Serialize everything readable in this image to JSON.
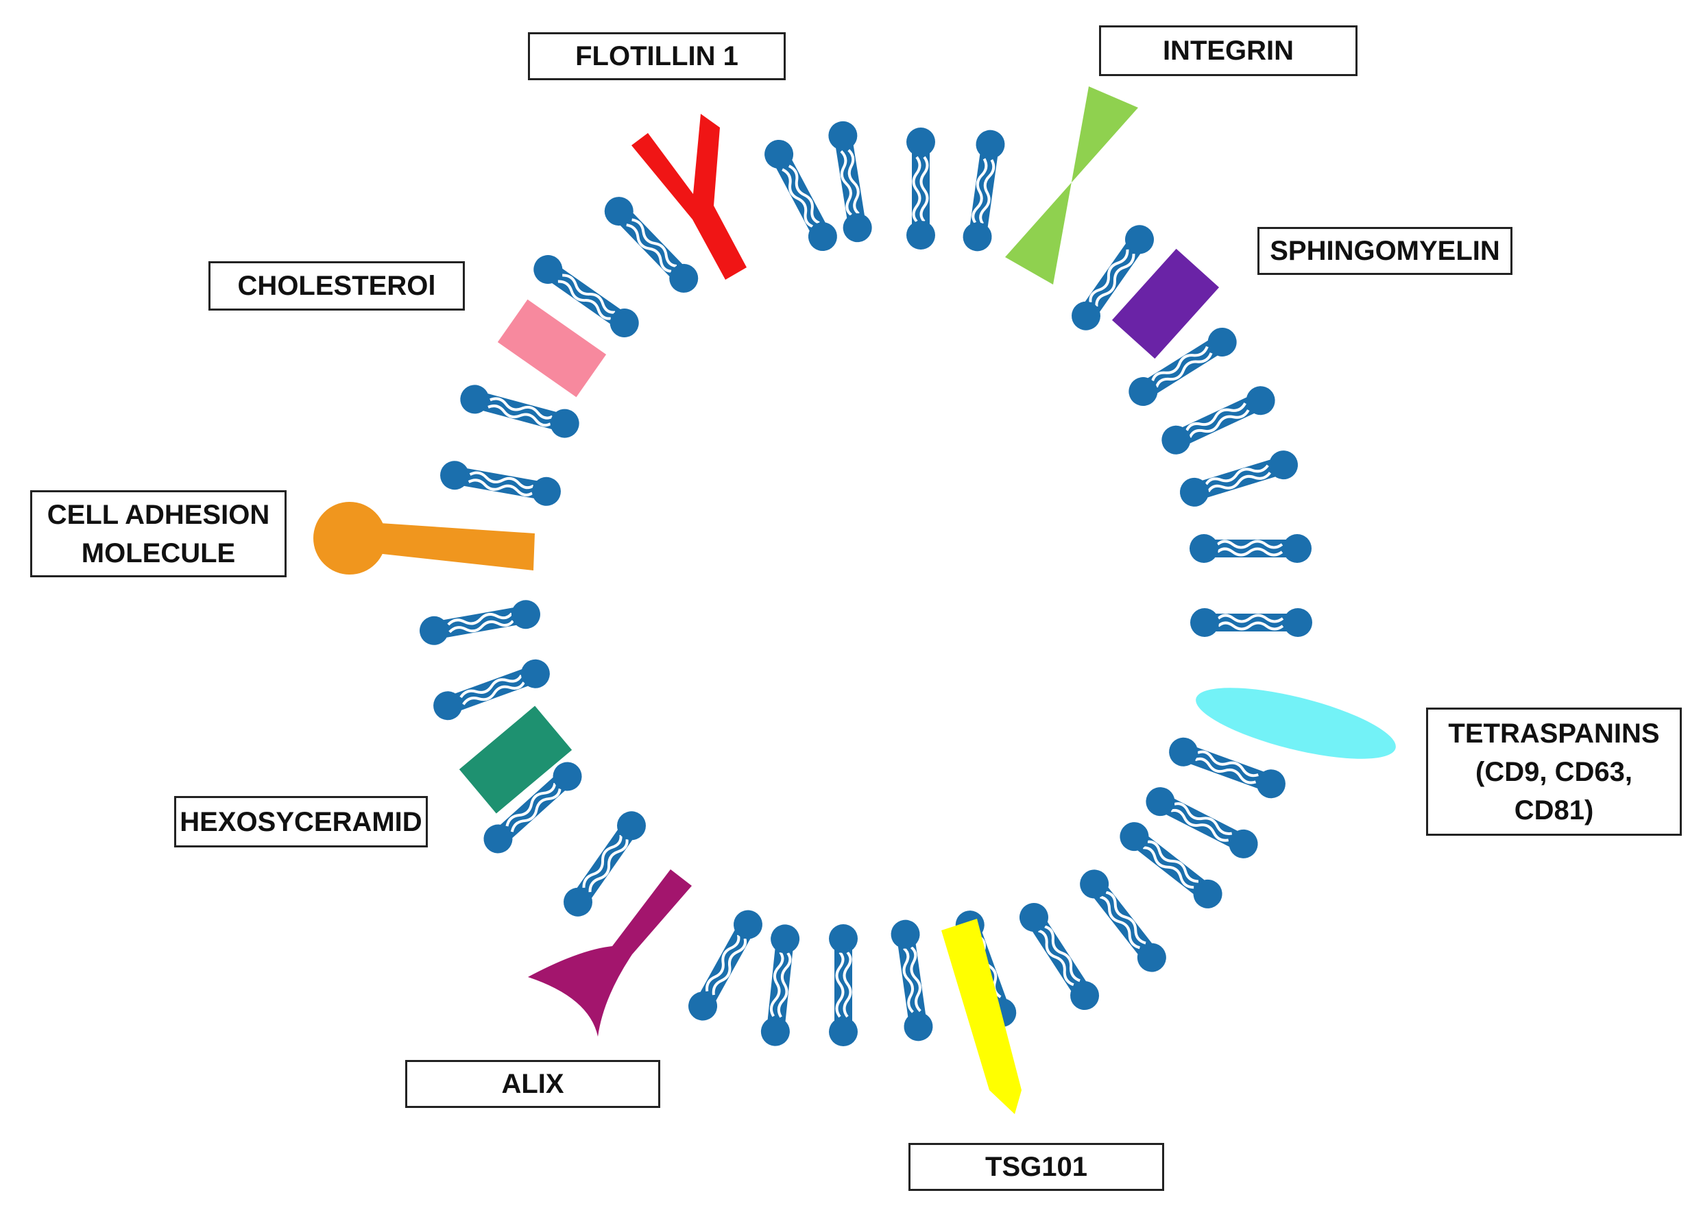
{
  "colors": {
    "lipid": "#1b6fad",
    "lipid_tail": "#ffffff",
    "flotillin": "#f01515",
    "integrin": "#8fd14f",
    "sphingomyelin": "#6a23a6",
    "cholesterol": "#f7899e",
    "adhesion": "#f0961e",
    "hexosyceramid": "#1e9170",
    "alix": "#a3156d",
    "tsg101": "#ffff00",
    "tetraspanins": "#73f2f7"
  },
  "labels": {
    "flotillin": "FLOTILLIN 1",
    "integrin": "INTEGRIN",
    "sphingomyelin": "SPHINGOMYELIN",
    "cholesterol": "CHOLESTEROl",
    "adhesion_line1": "CELL ADHESION",
    "adhesion_line2": "MOLECULE",
    "hexosyceramid": "HEXOSYCERAMID",
    "tetraspanins_line1": "TETRASPANINS",
    "tetraspanins_line2": "(CD9, CD63,",
    "tetraspanins_line3": "CD81)",
    "alix": "ALIX",
    "tsg101": "TSG101"
  }
}
